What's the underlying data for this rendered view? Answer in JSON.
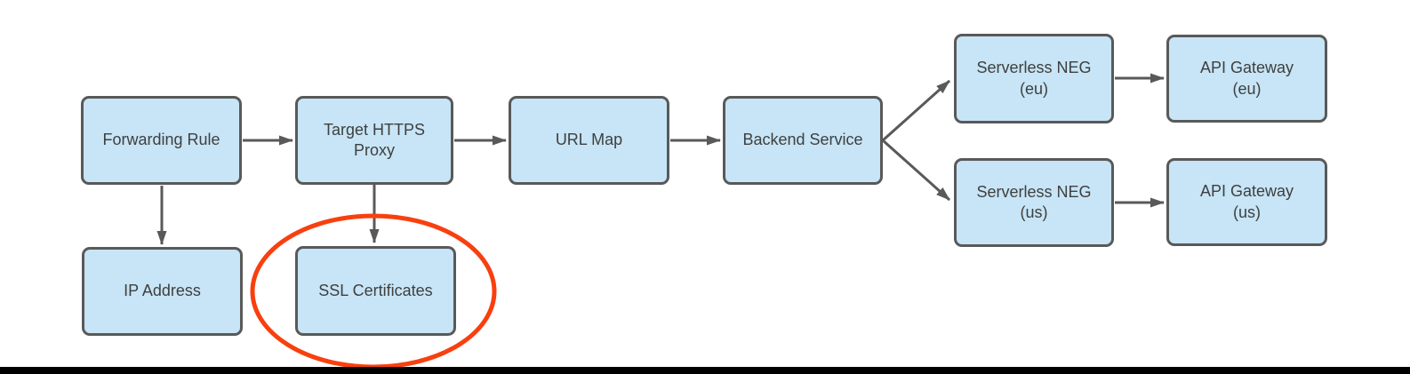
{
  "diagram": {
    "nodes": [
      {
        "id": "forwarding-rule",
        "label": "Forwarding Rule"
      },
      {
        "id": "target-https-proxy",
        "label": "Target HTTPS\nProxy"
      },
      {
        "id": "url-map",
        "label": "URL Map"
      },
      {
        "id": "backend-service",
        "label": "Backend Service"
      },
      {
        "id": "serverless-neg-eu",
        "label": "Serverless NEG\n(eu)"
      },
      {
        "id": "api-gateway-eu",
        "label": "API Gateway\n(eu)"
      },
      {
        "id": "serverless-neg-us",
        "label": "Serverless NEG\n(us)"
      },
      {
        "id": "api-gateway-us",
        "label": "API Gateway\n(us)"
      },
      {
        "id": "ip-address",
        "label": "IP Address"
      },
      {
        "id": "ssl-certificates",
        "label": "SSL Certificates"
      }
    ],
    "edges": [
      {
        "from": "Forwarding Rule",
        "to": "Target HTTPS Proxy"
      },
      {
        "from": "Target HTTPS Proxy",
        "to": "URL Map"
      },
      {
        "from": "URL Map",
        "to": "Backend Service"
      },
      {
        "from": "Backend Service",
        "to": "Serverless NEG (eu)"
      },
      {
        "from": "Backend Service",
        "to": "Serverless NEG (us)"
      },
      {
        "from": "Serverless NEG (eu)",
        "to": "API Gateway (eu)"
      },
      {
        "from": "Serverless NEG (us)",
        "to": "API Gateway (us)"
      },
      {
        "from": "Forwarding Rule",
        "to": "IP Address"
      },
      {
        "from": "Target HTTPS Proxy",
        "to": "SSL Certificates"
      }
    ],
    "highlight": {
      "shape": "ellipse",
      "around": "SSL Certificates",
      "color": "#F8400F"
    },
    "colors": {
      "node_fill": "#C7E5F6",
      "node_border": "#595959",
      "connector": "#595959",
      "text": "#3F3F3F",
      "bottom_bar": "#000000"
    }
  }
}
